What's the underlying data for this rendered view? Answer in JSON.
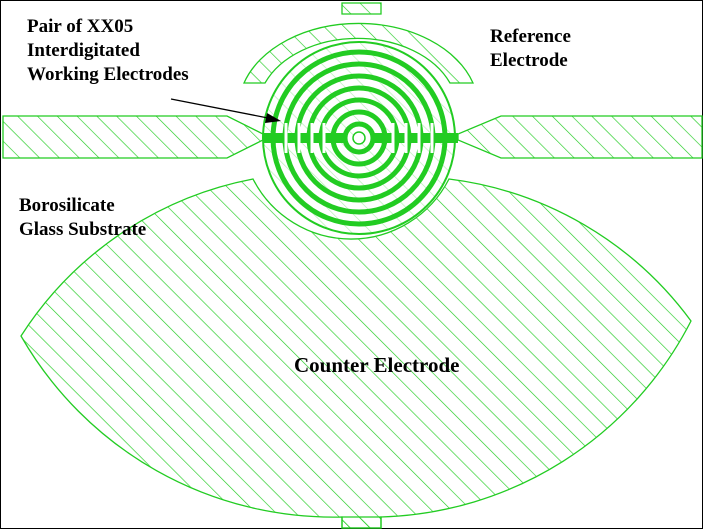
{
  "labels": {
    "working_line1": "Pair of XX05",
    "working_line2": "Interdigitated",
    "working_line3": "Working Electrodes",
    "reference_line1": "Reference",
    "reference_line2": "Electrode",
    "substrate_line1": "Borosilicate",
    "substrate_line2": "Glass Substrate",
    "counter": "Counter Electrode"
  },
  "colors": {
    "electrode": "#22cc22",
    "background": "#ffffff",
    "text": "#000000"
  }
}
